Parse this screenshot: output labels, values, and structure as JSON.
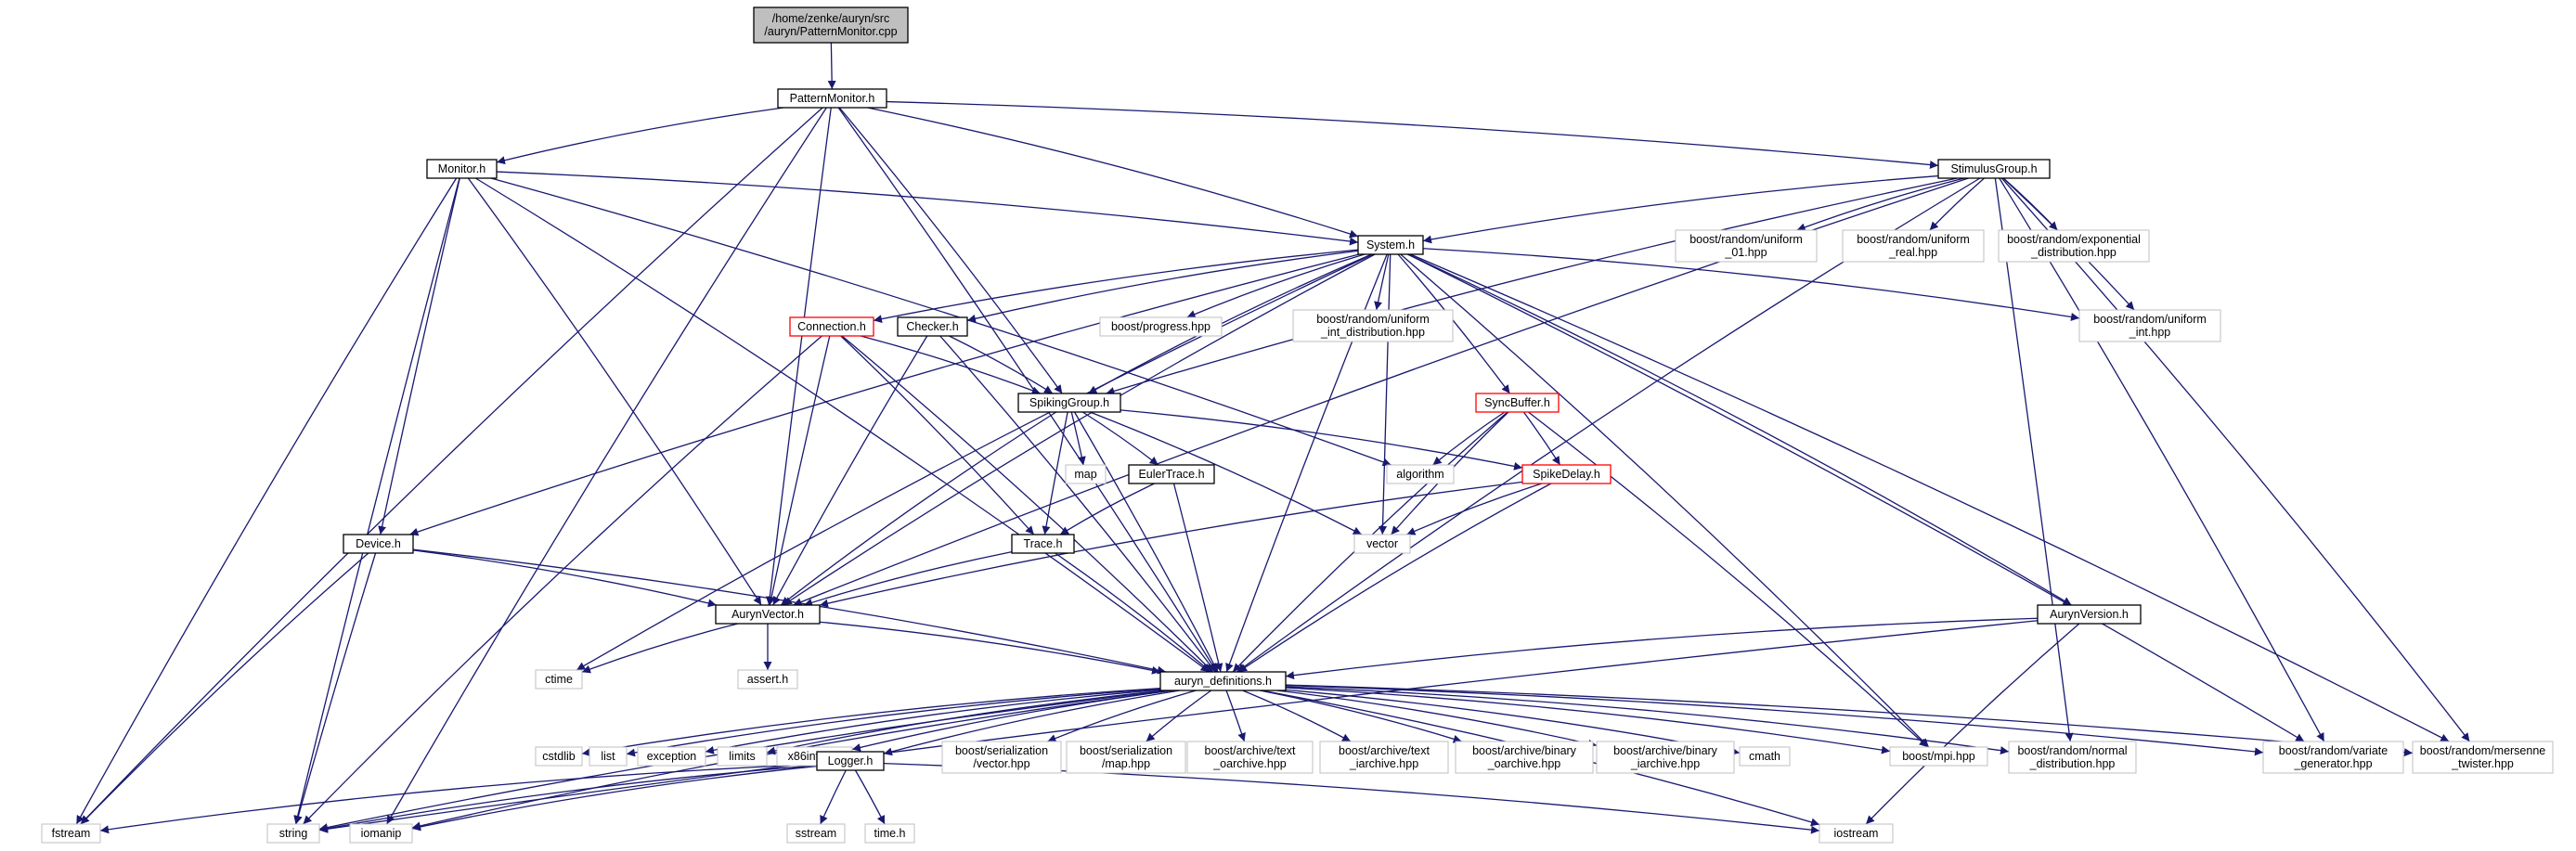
{
  "title": "",
  "colors": {
    "edge": "#191970",
    "node_border": "#000000",
    "node_border_ext": "#bfbfbf",
    "node_border_red": "#ff0000",
    "node_fill_root": "#bfbfbf",
    "node_fill": "#ffffff"
  },
  "nodes": [
    {
      "id": "root",
      "lines": [
        "/home/zenke/auryn/src",
        "/auryn/PatternMonitor.cpp"
      ],
      "style": "root"
    },
    {
      "id": "patternmonitor",
      "lines": [
        "PatternMonitor.h"
      ],
      "style": "normal"
    },
    {
      "id": "monitor",
      "lines": [
        "Monitor.h"
      ],
      "style": "normal"
    },
    {
      "id": "stimulusgroup",
      "lines": [
        "StimulusGroup.h"
      ],
      "style": "normal"
    },
    {
      "id": "system",
      "lines": [
        "System.h"
      ],
      "style": "normal"
    },
    {
      "id": "uniform01",
      "lines": [
        "boost/random/uniform",
        "_01.hpp"
      ],
      "style": "ext"
    },
    {
      "id": "uniformreal",
      "lines": [
        "boost/random/uniform",
        "_real.hpp"
      ],
      "style": "ext"
    },
    {
      "id": "expdist",
      "lines": [
        "boost/random/exponential",
        "_distribution.hpp"
      ],
      "style": "ext"
    },
    {
      "id": "connection",
      "lines": [
        "Connection.h"
      ],
      "style": "red"
    },
    {
      "id": "checker",
      "lines": [
        "Checker.h"
      ],
      "style": "normal"
    },
    {
      "id": "progress",
      "lines": [
        "boost/progress.hpp"
      ],
      "style": "ext"
    },
    {
      "id": "uniformintdist",
      "lines": [
        "boost/random/uniform",
        "_int_distribution.hpp"
      ],
      "style": "ext"
    },
    {
      "id": "uniformint",
      "lines": [
        "boost/random/uniform",
        "_int.hpp"
      ],
      "style": "ext"
    },
    {
      "id": "spikinggroup",
      "lines": [
        "SpikingGroup.h"
      ],
      "style": "normal"
    },
    {
      "id": "syncbuffer",
      "lines": [
        "SyncBuffer.h"
      ],
      "style": "red"
    },
    {
      "id": "map",
      "lines": [
        "map"
      ],
      "style": "ext"
    },
    {
      "id": "eulertrace",
      "lines": [
        "EulerTrace.h"
      ],
      "style": "normal"
    },
    {
      "id": "algorithm",
      "lines": [
        "algorithm"
      ],
      "style": "ext"
    },
    {
      "id": "spikedelay",
      "lines": [
        "SpikeDelay.h"
      ],
      "style": "red"
    },
    {
      "id": "device",
      "lines": [
        "Device.h"
      ],
      "style": "normal"
    },
    {
      "id": "trace",
      "lines": [
        "Trace.h"
      ],
      "style": "normal"
    },
    {
      "id": "vector",
      "lines": [
        "vector"
      ],
      "style": "ext"
    },
    {
      "id": "aurynversion",
      "lines": [
        "AurynVersion.h"
      ],
      "style": "normal"
    },
    {
      "id": "aurynvector",
      "lines": [
        "AurynVector.h"
      ],
      "style": "normal"
    },
    {
      "id": "ctime",
      "lines": [
        "ctime"
      ],
      "style": "ext"
    },
    {
      "id": "asserth",
      "lines": [
        "assert.h"
      ],
      "style": "ext"
    },
    {
      "id": "definitions",
      "lines": [
        "auryn_definitions.h"
      ],
      "style": "normal"
    },
    {
      "id": "cstdlib",
      "lines": [
        "cstdlib"
      ],
      "style": "ext"
    },
    {
      "id": "list",
      "lines": [
        "list"
      ],
      "style": "ext"
    },
    {
      "id": "exception",
      "lines": [
        "exception"
      ],
      "style": "ext"
    },
    {
      "id": "limits",
      "lines": [
        "limits"
      ],
      "style": "ext"
    },
    {
      "id": "x86intrin",
      "lines": [
        "x86intrin.h"
      ],
      "style": "ext"
    },
    {
      "id": "logger",
      "lines": [
        "Logger.h"
      ],
      "style": "normal"
    },
    {
      "id": "servector",
      "lines": [
        "boost/serialization",
        "/vector.hpp"
      ],
      "style": "ext"
    },
    {
      "id": "sermap",
      "lines": [
        "boost/serialization",
        "/map.hpp"
      ],
      "style": "ext"
    },
    {
      "id": "textoarchive",
      "lines": [
        "boost/archive/text",
        "_oarchive.hpp"
      ],
      "style": "ext"
    },
    {
      "id": "textiarchive",
      "lines": [
        "boost/archive/text",
        "_iarchive.hpp"
      ],
      "style": "ext"
    },
    {
      "id": "binoarchive",
      "lines": [
        "boost/archive/binary",
        "_oarchive.hpp"
      ],
      "style": "ext"
    },
    {
      "id": "biniarchive",
      "lines": [
        "boost/archive/binary",
        "_iarchive.hpp"
      ],
      "style": "ext"
    },
    {
      "id": "cmath",
      "lines": [
        "cmath"
      ],
      "style": "ext"
    },
    {
      "id": "mpi",
      "lines": [
        "boost/mpi.hpp"
      ],
      "style": "ext"
    },
    {
      "id": "normaldist",
      "lines": [
        "boost/random/normal",
        "_distribution.hpp"
      ],
      "style": "ext"
    },
    {
      "id": "variategen",
      "lines": [
        "boost/random/variate",
        "_generator.hpp"
      ],
      "style": "ext"
    },
    {
      "id": "mersenne",
      "lines": [
        "boost/random/mersenne",
        "_twister.hpp"
      ],
      "style": "ext"
    },
    {
      "id": "fstream",
      "lines": [
        "fstream"
      ],
      "style": "ext"
    },
    {
      "id": "string",
      "lines": [
        "string"
      ],
      "style": "ext"
    },
    {
      "id": "iomanip",
      "lines": [
        "iomanip"
      ],
      "style": "ext"
    },
    {
      "id": "sstream",
      "lines": [
        "sstream"
      ],
      "style": "ext"
    },
    {
      "id": "timeh",
      "lines": [
        "time.h"
      ],
      "style": "ext"
    },
    {
      "id": "iostream",
      "lines": [
        "iostream"
      ],
      "style": "ext"
    }
  ],
  "edges": [
    [
      "root",
      "patternmonitor"
    ],
    [
      "patternmonitor",
      "monitor"
    ],
    [
      "patternmonitor",
      "stimulusgroup"
    ],
    [
      "patternmonitor",
      "system"
    ],
    [
      "patternmonitor",
      "spikinggroup"
    ],
    [
      "patternmonitor",
      "aurynvector"
    ],
    [
      "patternmonitor",
      "fstream"
    ],
    [
      "patternmonitor",
      "iomanip"
    ],
    [
      "patternmonitor",
      "definitions"
    ],
    [
      "monitor",
      "system"
    ],
    [
      "monitor",
      "device"
    ],
    [
      "monitor",
      "aurynvector"
    ],
    [
      "monitor",
      "definitions"
    ],
    [
      "monitor",
      "algorithm"
    ],
    [
      "monitor",
      "fstream"
    ],
    [
      "monitor",
      "string"
    ],
    [
      "stimulusgroup",
      "system"
    ],
    [
      "stimulusgroup",
      "spikinggroup"
    ],
    [
      "stimulusgroup",
      "aurynvector"
    ],
    [
      "stimulusgroup",
      "definitions"
    ],
    [
      "stimulusgroup",
      "uniform01"
    ],
    [
      "stimulusgroup",
      "uniformreal"
    ],
    [
      "stimulusgroup",
      "expdist"
    ],
    [
      "stimulusgroup",
      "uniformint"
    ],
    [
      "stimulusgroup",
      "normaldist"
    ],
    [
      "stimulusgroup",
      "variategen"
    ],
    [
      "stimulusgroup",
      "mersenne"
    ],
    [
      "system",
      "connection"
    ],
    [
      "system",
      "checker"
    ],
    [
      "system",
      "spikinggroup"
    ],
    [
      "system",
      "syncbuffer"
    ],
    [
      "system",
      "device"
    ],
    [
      "system",
      "aurynvector"
    ],
    [
      "system",
      "aurynversion"
    ],
    [
      "system",
      "definitions"
    ],
    [
      "system",
      "progress"
    ],
    [
      "system",
      "uniformintdist"
    ],
    [
      "system",
      "uniformint"
    ],
    [
      "system",
      "vector"
    ],
    [
      "system",
      "ctime"
    ],
    [
      "system",
      "mpi"
    ],
    [
      "system",
      "variategen"
    ],
    [
      "system",
      "mersenne"
    ],
    [
      "connection",
      "spikinggroup"
    ],
    [
      "connection",
      "trace"
    ],
    [
      "connection",
      "aurynvector"
    ],
    [
      "connection",
      "definitions"
    ],
    [
      "connection",
      "string"
    ],
    [
      "checker",
      "spikinggroup"
    ],
    [
      "checker",
      "aurynvector"
    ],
    [
      "checker",
      "definitions"
    ],
    [
      "spikinggroup",
      "map"
    ],
    [
      "spikinggroup",
      "eulertrace"
    ],
    [
      "spikinggroup",
      "trace"
    ],
    [
      "spikinggroup",
      "spikedelay"
    ],
    [
      "spikinggroup",
      "aurynvector"
    ],
    [
      "spikinggroup",
      "vector"
    ],
    [
      "spikinggroup",
      "definitions"
    ],
    [
      "syncbuffer",
      "algorithm"
    ],
    [
      "syncbuffer",
      "spikedelay"
    ],
    [
      "syncbuffer",
      "vector"
    ],
    [
      "syncbuffer",
      "definitions"
    ],
    [
      "syncbuffer",
      "mpi"
    ],
    [
      "spikedelay",
      "vector"
    ],
    [
      "spikedelay",
      "aurynvector"
    ],
    [
      "spikedelay",
      "definitions"
    ],
    [
      "eulertrace",
      "trace"
    ],
    [
      "eulertrace",
      "definitions"
    ],
    [
      "trace",
      "aurynvector"
    ],
    [
      "trace",
      "definitions"
    ],
    [
      "device",
      "aurynvector"
    ],
    [
      "device",
      "definitions"
    ],
    [
      "device",
      "fstream"
    ],
    [
      "device",
      "string"
    ],
    [
      "aurynversion",
      "definitions"
    ],
    [
      "aurynversion",
      "iostream"
    ],
    [
      "aurynversion",
      "string"
    ],
    [
      "aurynvector",
      "definitions"
    ],
    [
      "aurynvector",
      "ctime"
    ],
    [
      "aurynvector",
      "asserth"
    ],
    [
      "definitions",
      "cstdlib"
    ],
    [
      "definitions",
      "list"
    ],
    [
      "definitions",
      "exception"
    ],
    [
      "definitions",
      "limits"
    ],
    [
      "definitions",
      "x86intrin"
    ],
    [
      "definitions",
      "logger"
    ],
    [
      "definitions",
      "servector"
    ],
    [
      "definitions",
      "sermap"
    ],
    [
      "definitions",
      "textoarchive"
    ],
    [
      "definitions",
      "textiarchive"
    ],
    [
      "definitions",
      "binoarchive"
    ],
    [
      "definitions",
      "biniarchive"
    ],
    [
      "definitions",
      "cmath"
    ],
    [
      "definitions",
      "mpi"
    ],
    [
      "definitions",
      "normaldist"
    ],
    [
      "definitions",
      "variategen"
    ],
    [
      "definitions",
      "mersenne"
    ],
    [
      "definitions",
      "iostream"
    ],
    [
      "definitions",
      "string"
    ],
    [
      "definitions",
      "iomanip"
    ],
    [
      "logger",
      "string"
    ],
    [
      "logger",
      "iomanip"
    ],
    [
      "logger",
      "sstream"
    ],
    [
      "logger",
      "timeh"
    ],
    [
      "logger",
      "iostream"
    ],
    [
      "logger",
      "fstream"
    ]
  ]
}
